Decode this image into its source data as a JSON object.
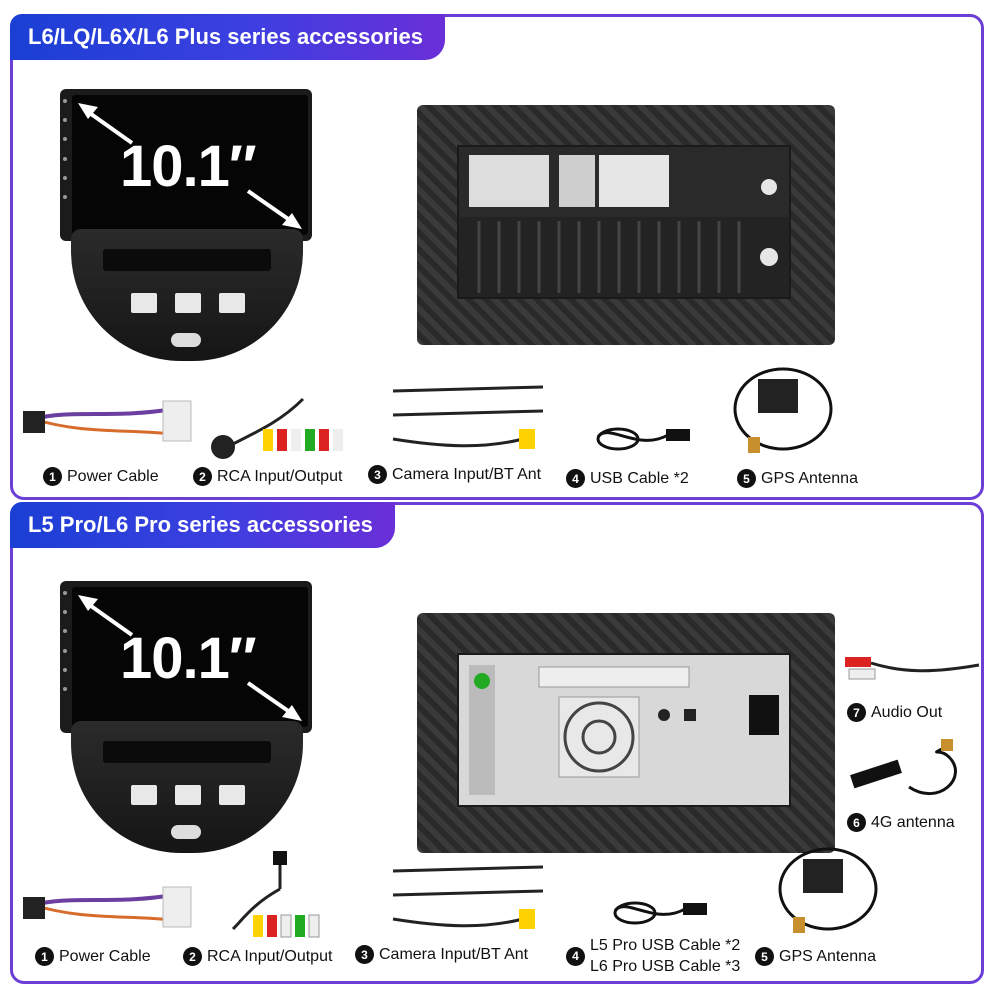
{
  "sections": [
    {
      "title": "L6/LQ/L6X/L6 Plus series accessories",
      "screen_size": "10.1″",
      "items": [
        {
          "number": "1",
          "label": "Power Cable",
          "icon": "power-cable"
        },
        {
          "number": "2",
          "label": "RCA Input/Output",
          "icon": "rca-cable"
        },
        {
          "number": "3",
          "label": "Camera Input/BT Ant",
          "icon": "camera-cable"
        },
        {
          "number": "4",
          "label": "USB Cable *2",
          "icon": "usb-cable"
        },
        {
          "number": "5",
          "label": "GPS Antenna",
          "icon": "gps-antenna"
        }
      ]
    },
    {
      "title": "L5 Pro/L6 Pro series accessories",
      "screen_size": "10.1″",
      "items": [
        {
          "number": "1",
          "label": "Power Cable",
          "icon": "power-cable"
        },
        {
          "number": "2",
          "label": "RCA Input/Output",
          "icon": "rca-cable"
        },
        {
          "number": "3",
          "label": "Camera Input/BT Ant",
          "icon": "camera-cable"
        },
        {
          "number": "4",
          "label": "L5 Pro USB Cable *2",
          "label2": "L6 Pro USB Cable *3",
          "icon": "usb-cable"
        },
        {
          "number": "5",
          "label": "GPS Antenna",
          "icon": "gps-antenna"
        },
        {
          "number": "6",
          "label": "4G antenna",
          "icon": "4g-antenna"
        },
        {
          "number": "7",
          "label": "Audio Out",
          "icon": "audio-out-cable"
        }
      ]
    }
  ],
  "colors": {
    "frame": "#6b3fd6",
    "banner_start": "#1a3fd4",
    "banner_end": "#6a2fd8"
  }
}
